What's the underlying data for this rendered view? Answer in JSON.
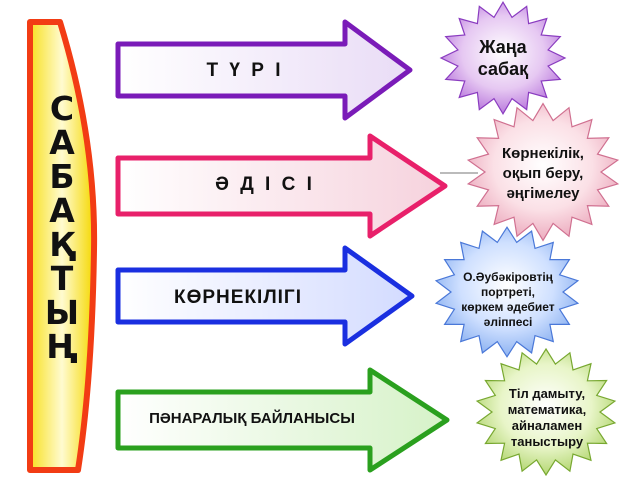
{
  "vertical_title": {
    "letters": [
      "С",
      "А",
      "Б",
      "А",
      "Қ",
      "Т",
      "Ы",
      "Ң"
    ]
  },
  "arrows": [
    {
      "label": "Т Ү Р І",
      "color": "#7a1bb8"
    },
    {
      "label": "Ә Д І С І",
      "color": "#e8206a"
    },
    {
      "label": "КӨРНЕКІЛІГІ",
      "color": "#1a2fe0"
    },
    {
      "label": "ПӘНАРАЛЫҚ БАЙЛАНЫСЫ",
      "color": "#2aa01e"
    }
  ],
  "bursts": [
    {
      "lines": [
        "Жаңа",
        "сабақ"
      ]
    },
    {
      "lines": [
        "Көрнекілік,",
        "оқып беру,",
        "әңгімелеу"
      ]
    },
    {
      "lines": [
        "О.Әубәкіровтің",
        "портреті,",
        "көркем әдебиет",
        "әліппесі"
      ]
    },
    {
      "lines": [
        "Тіл дамыту,",
        "математика,",
        "айналамен",
        "таныстыру"
      ]
    }
  ]
}
